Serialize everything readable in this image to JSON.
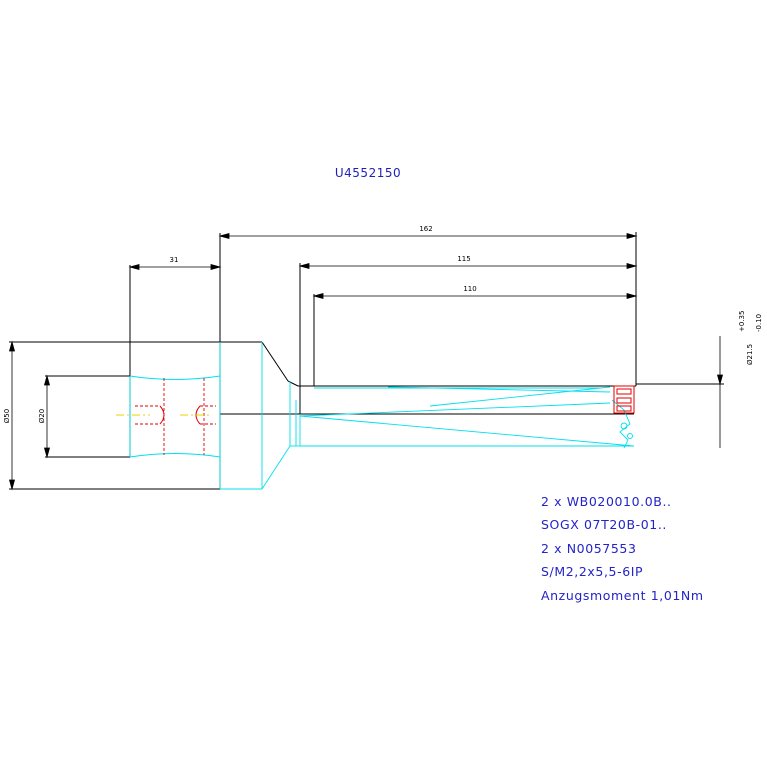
{
  "drawing_id": "U4552150",
  "dimensions": {
    "total_length": "162",
    "length_2": "115",
    "length_3": "110",
    "shank_depth": "31",
    "shank_diameter": "Ø50",
    "bore_diameter": "Ø20",
    "tip_diameter": "Ø21.5",
    "tip_tol_upper": "+0.35",
    "tip_tol_lower": "-0.10"
  },
  "notes": [
    "2 x WB020010.0B..",
    "SOGX 07T20B-01..",
    "2 x N0057553",
    "S/M2,2x5,5-6IP",
    "Anzugsmoment 1,01Nm"
  ],
  "colors": {
    "outline": "#000000",
    "hidden_lines": "#00e0ee",
    "detail": "#e00000",
    "center_axis": "#e8d000",
    "annotation": "#2424c8"
  }
}
